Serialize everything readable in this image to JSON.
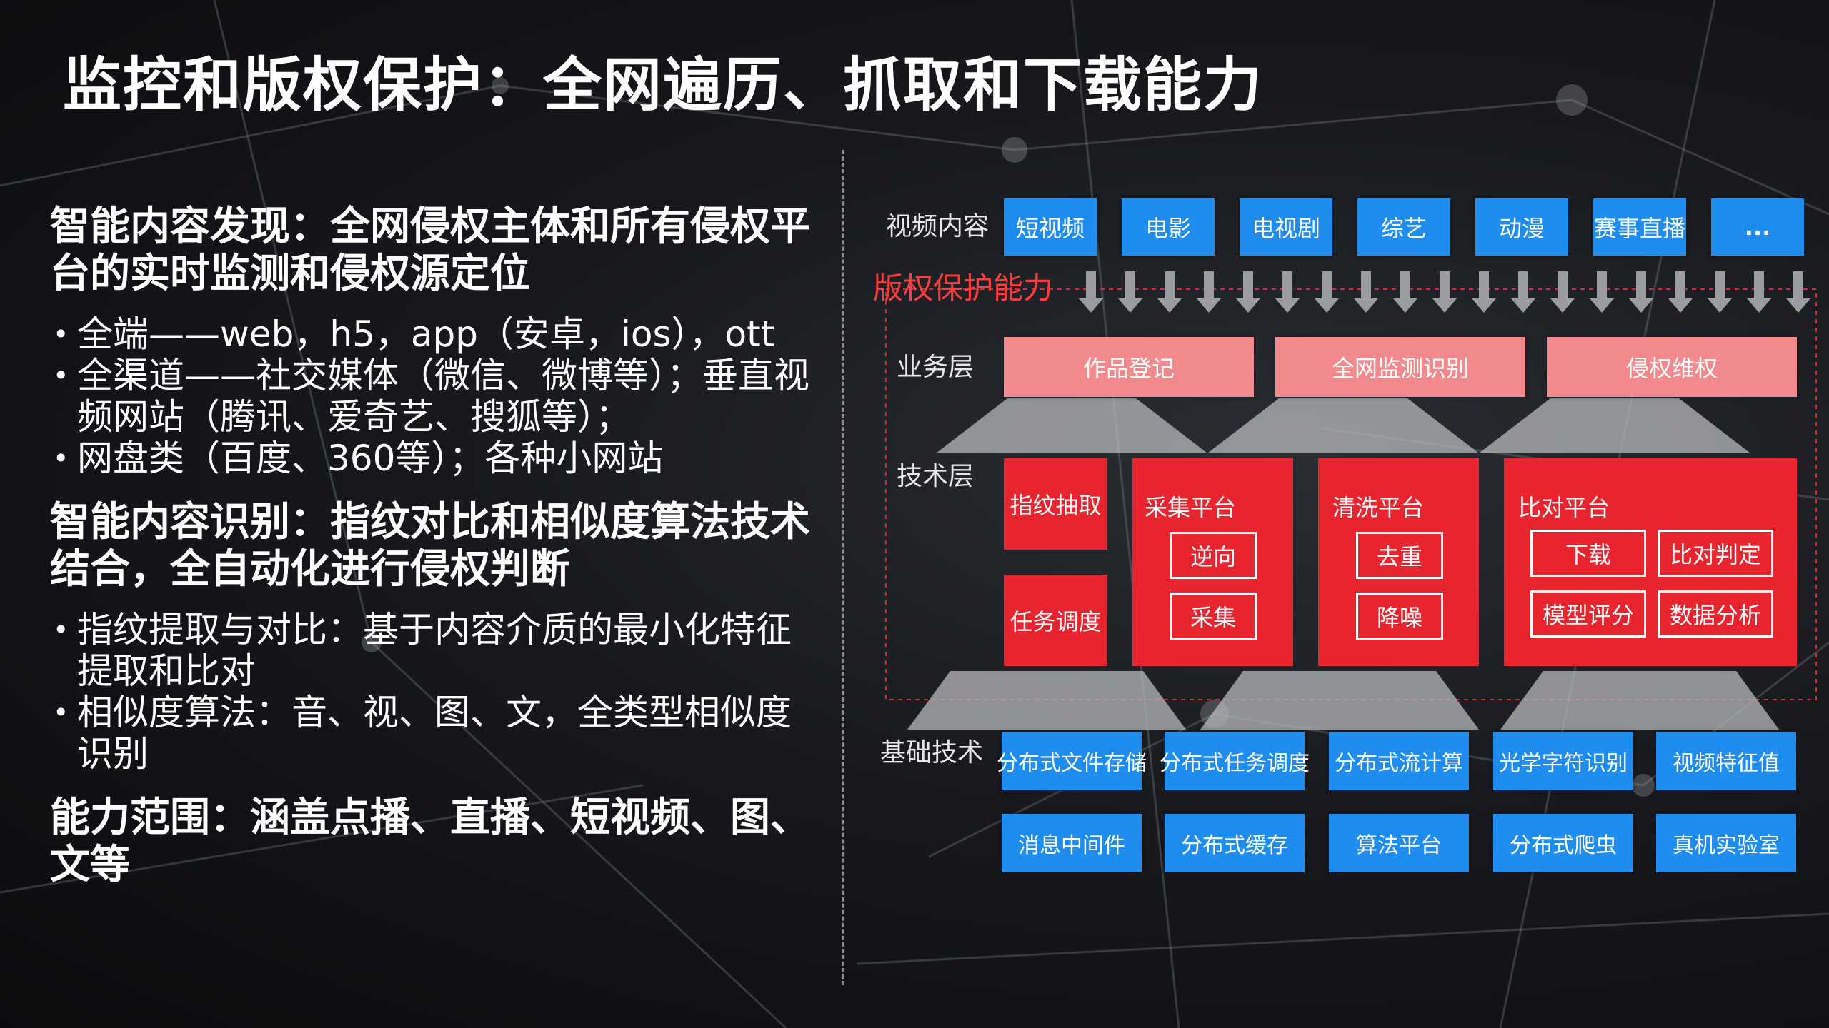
{
  "title": "监控和版权保护：全网遍历、抓取和下载能力",
  "left": {
    "section1": {
      "heading": "智能内容发现：全网侵权主体和所有侵权平台的实时监测和侵权源定位",
      "bullets": [
        "全端——web，h5，app（安卓，ios），ott",
        "全渠道——社交媒体（微信、微博等）；垂直视频网站（腾讯、爱奇艺、搜狐等）；",
        "网盘类（百度、360等）；各种小网站"
      ]
    },
    "section2": {
      "heading": "智能内容识别：指纹对比和相似度算法技术结合，全自动化进行侵权判断",
      "bullets": [
        "指纹提取与对比：基于内容介质的最小化特征提取和比对",
        "相似度算法：音、视、图、文，全类型相似度识别"
      ]
    },
    "section3": {
      "heading": "能力范围：涵盖点播、直播、短视频、图、文等"
    }
  },
  "diagram": {
    "video_label": "视频内容",
    "video_items": [
      "短视频",
      "电影",
      "电视剧",
      "综艺",
      "动漫",
      "赛事直播",
      "..."
    ],
    "copyright_label": "版权保护能力",
    "business_label": "业务层",
    "business_items": [
      "作品登记",
      "全网监测识别",
      "侵权维权"
    ],
    "tech_label": "技术层",
    "tech_items": {
      "fingerprint": "指纹抽取",
      "scheduling": "任务调度",
      "collect_platform": {
        "title": "采集平台",
        "items": [
          "逆向",
          "采集"
        ]
      },
      "clean_platform": {
        "title": "清洗平台",
        "items": [
          "去重",
          "降噪"
        ]
      },
      "compare_platform": {
        "title": "比对平台",
        "items": [
          "下载",
          "比对判定",
          "模型评分",
          "数据分析"
        ]
      }
    },
    "base_label": "基础技术",
    "base_row1": [
      "分布式文件存储",
      "分布式任务调度",
      "分布式流计算",
      "光学字符识别",
      "视频特征值"
    ],
    "base_row2": [
      "消息中间件",
      "分布式缓存",
      "算法平台",
      "分布式爬虫",
      "真机实验室"
    ]
  },
  "colors": {
    "blue": "#1f8df0",
    "pink": "#f28a8d",
    "red": "#e8252f",
    "highlight_red": "#ff3b3b"
  }
}
